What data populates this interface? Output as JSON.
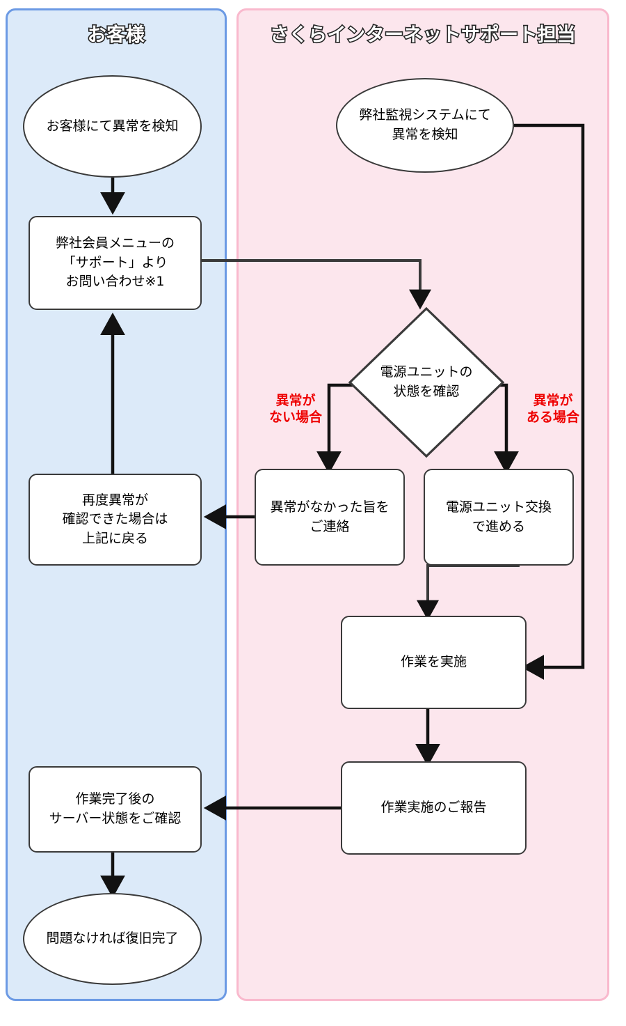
{
  "diagram": {
    "type": "flowchart",
    "title_customer": "お客様",
    "title_support": "さくらインターネットサポート担当",
    "colors": {
      "customer_lane_fill": "#dceaf9",
      "customer_lane_border": "#6c9ae4",
      "support_lane_fill": "#fce6ed",
      "support_lane_border": "#f9b9cd",
      "node_fill": "#ffffff",
      "node_border": "#3a3a3a",
      "edge_label": "#ee0000",
      "title_text": "#ffffff",
      "title_outline": "#262626"
    }
  },
  "lanes": [
    {
      "id": "customer",
      "label": "お客様"
    },
    {
      "id": "support",
      "label": "さくらインターネットサポート担当"
    }
  ],
  "nodes": {
    "customer_detect": "お客様にて異常を検知",
    "member_menu": "弊社会員メニューの\n「サポート」より\nお問い合わせ※1",
    "retry_back": "再度異常が\n確認できた場合は\n上記に戻る",
    "check_server": "作業完了後の\nサーバー状態をご確認",
    "recovery_done": "問題なければ復旧完了",
    "monitor_detect": "弊社監視システムにて\n異常を検知",
    "decision_psu": "電源ユニットの\n状態を確認",
    "no_anomaly_report": "異常がなかった旨を\nご連絡",
    "psu_replace": "電源ユニット交換\nで進める",
    "do_work": "作業を実施",
    "work_report": "作業実施のご報告"
  },
  "edge_labels": {
    "no_anomaly": "異常が\nない場合",
    "has_anomaly": "異常が\nある場合"
  }
}
